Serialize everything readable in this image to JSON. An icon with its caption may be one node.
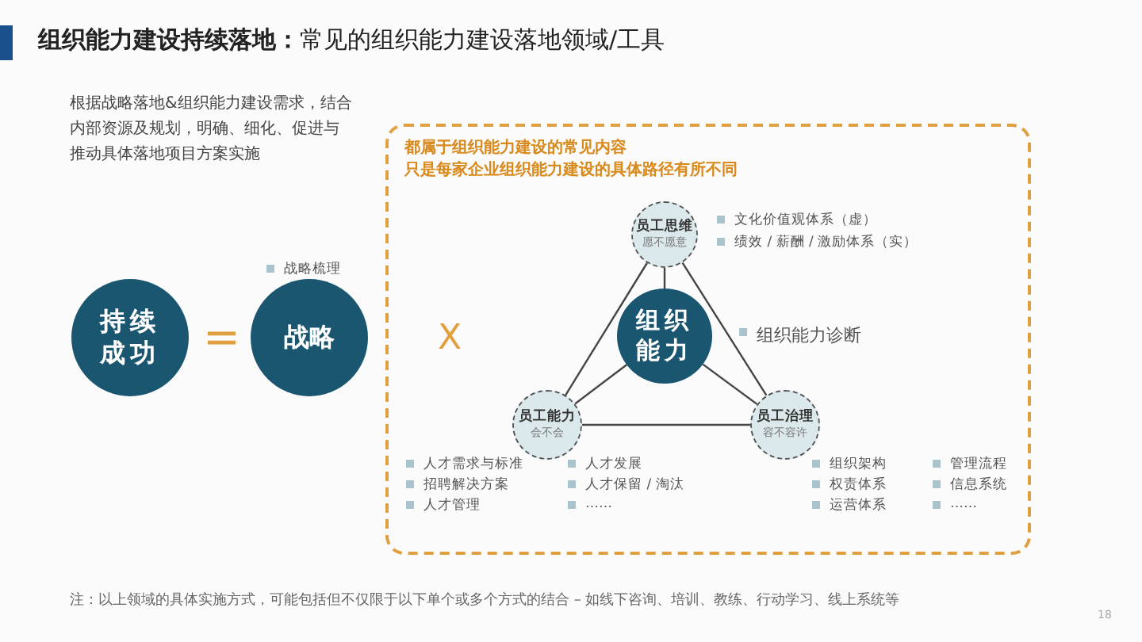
{
  "diagram": {
    "title": "**组织能力建设持续落地：**常见的组织能力建设落地领域/工具",
    "caption": "注：以上领域的具体实施方式，可能包括但不仅限于以下单个或多个方式的结合 – 如线下咨询、培训、教练、行动学习、线上系统等",
    "nodes": [
      {
        "text": [
          "持续成功"
        ]
      },
      {
        "text": [
          "战略"
        ],
        "beside": [
          "战略梳理"
        ]
      },
      {
        "text": [
          "都属于组织能力建设的常见内容",
          "只是每家企业组织能力建设的具体路径有所不同"
        ]
      },
      {
        "text": [
          "组织能力"
        ],
        "in": 2,
        "beside": [
          "组织能力诊断"
        ]
      },
      {
        "text": [
          "员工思维",
          "愿不愿意"
        ],
        "in": 2,
        "beside": [
          "文化价值观体系（虚）",
          "绩效 / 薪酬 / 激励体系（实）"
        ]
      },
      {
        "text": [
          "员工能力",
          "会不会"
        ],
        "in": 2,
        "beside": [
          "人才需求与标准",
          "招聘解决方案",
          "人才管理",
          "人才发展",
          "人才保留 / 淘汰",
          "……"
        ]
      },
      {
        "text": [
          "员工治理",
          "容不容许"
        ],
        "in": 2,
        "beside": [
          "组织架构",
          "权责体系",
          "运营体系",
          "管理流程",
          "信息系统",
          "……"
        ]
      }
    ],
    "edges": [
      {
        "from": 4,
        "to": 3,
        "arrow": "none"
      },
      {
        "from": 5,
        "to": 3,
        "arrow": "none"
      },
      {
        "from": 6,
        "to": 3,
        "arrow": "none"
      },
      {
        "from": 4,
        "to": 5,
        "arrow": "none"
      },
      {
        "from": 4,
        "to": 6,
        "arrow": "none"
      },
      {
        "from": 5,
        "to": 6,
        "arrow": "none"
      }
    ],
    "labels": [
      "根据战略落地&组织能力建设需求，结合内部资源及规划，明确、细化、促进与推动具体落地项目方案实施",
      "=",
      "X",
      "18"
    ]
  }
}
